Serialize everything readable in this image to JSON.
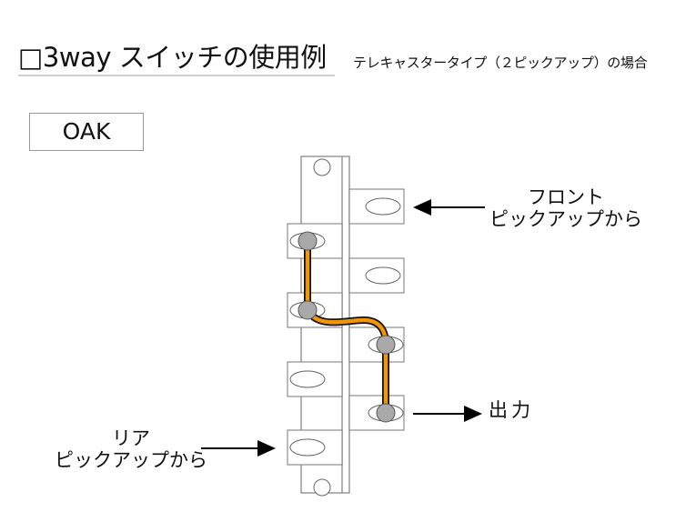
{
  "title": "□3way スイッチの使用例",
  "subtitle": "テレキャスタータイプ（２ピックアップ）の場合",
  "brand_box": "OAK",
  "labels": {
    "front_line1": "フロント",
    "front_line2": "ピックアップから",
    "rear_line1": "リア",
    "rear_line2": "ピックアップから",
    "output": "出力"
  },
  "colors": {
    "wire": "#f0960a",
    "wire_outline": "#111111",
    "terminal_dot": "#a9a9a9",
    "frame": "#666666",
    "frame_light": "#aaaaaa",
    "arrow": "#000000"
  },
  "switch": {
    "left_terminals": [
      "rear-jumper-top",
      "rear-jumper-bottom",
      "unused",
      "rear-input"
    ],
    "right_terminals": [
      "front-input",
      "unused",
      "output-jumper-top",
      "output"
    ],
    "connections": [
      [
        "left-1",
        "left-2"
      ],
      [
        "left-2",
        "right-3"
      ],
      [
        "right-3",
        "right-4"
      ]
    ]
  }
}
